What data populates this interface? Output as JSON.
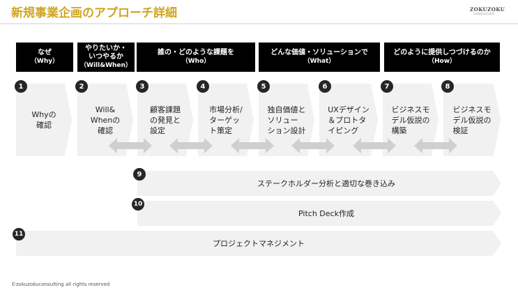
{
  "title": "新規事業企画のアプローチ詳細",
  "logo": {
    "line1": "ZOKUZOKU",
    "line2": "CONSULTING"
  },
  "headers": [
    {
      "lines": [
        "なぜ",
        "（Why）"
      ]
    },
    {
      "lines": [
        "やりたいか・",
        "いつやるか",
        "（Will&When）"
      ]
    },
    {
      "lines": [
        "誰の・どのような課題を",
        "（Who）"
      ]
    },
    {
      "lines": [
        "どんな価値・ソリューションで",
        "（What）"
      ]
    },
    {
      "lines": [
        "どのように提供しつづけるのか",
        "（How）"
      ]
    }
  ],
  "steps": [
    {
      "num": "1",
      "label": "Whyの\n確認"
    },
    {
      "num": "2",
      "label": "Will&\nWhenの\n確認"
    },
    {
      "num": "3",
      "label": "顧客課題\nの発見と\n設定"
    },
    {
      "num": "4",
      "label": "市場分析/\nターゲッ\nト策定"
    },
    {
      "num": "5",
      "label": "独自価値と\nソリュー\nション設計"
    },
    {
      "num": "6",
      "label": "UXデザイン\n＆プロトタ\nイピング"
    },
    {
      "num": "7",
      "label": "ビジネスモ\nデル仮説の\n構築"
    },
    {
      "num": "8",
      "label": "ビジネスモ\nデル仮説の\n検証"
    }
  ],
  "bars": [
    {
      "num": "9",
      "label": "ステークホルダー分析と適切な巻き込み"
    },
    {
      "num": "10",
      "label": "Pitch Deck作成"
    },
    {
      "num": "11",
      "label": "プロジェクトマネジメント"
    }
  ],
  "footer": "©zokuzokuconsulting all rights reserved",
  "colors": {
    "title": "#d0a520",
    "header_bg": "#000000",
    "stage_bg": "#f1f1f1",
    "circle": "#262626",
    "arrow": "#cfcfcf"
  }
}
